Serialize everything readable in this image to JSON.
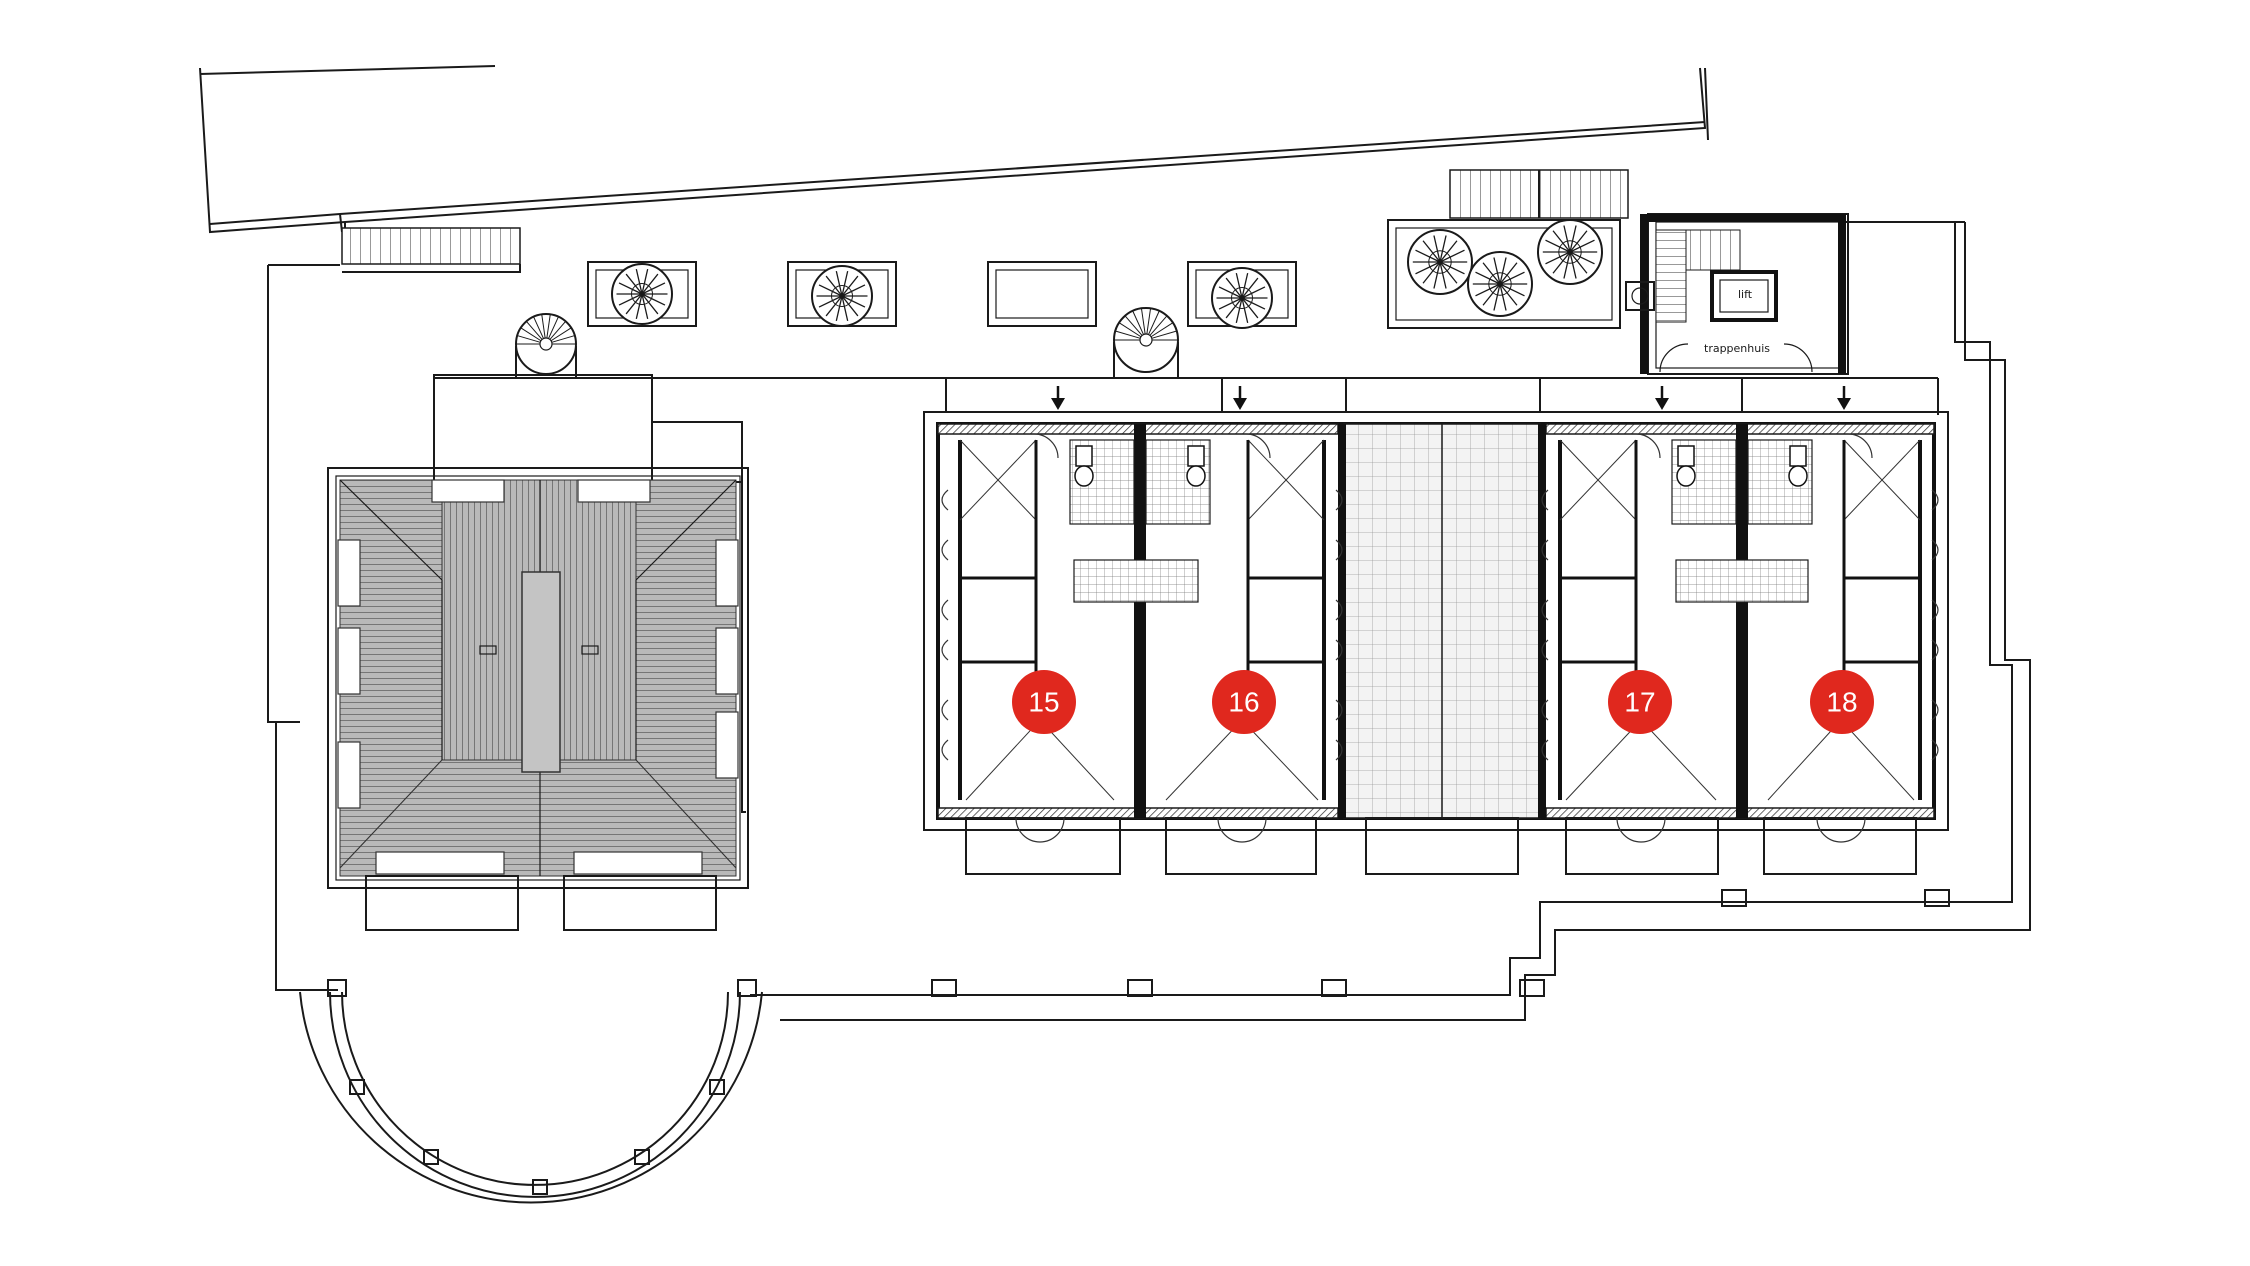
{
  "colors": {
    "line": "#1a1a1a",
    "badge": "#e0281e",
    "roof_fill": "#9a9a9a",
    "background": "#ffffff"
  },
  "units": [
    {
      "number": "15"
    },
    {
      "number": "16"
    },
    {
      "number": "17"
    },
    {
      "number": "18"
    }
  ],
  "labels": {
    "lift": "lift",
    "stairwell": "trappenhuis"
  },
  "icons": [
    "tree-icon",
    "spiral-stair-icon",
    "entrance-arrow-icon",
    "door-swing-icon"
  ]
}
